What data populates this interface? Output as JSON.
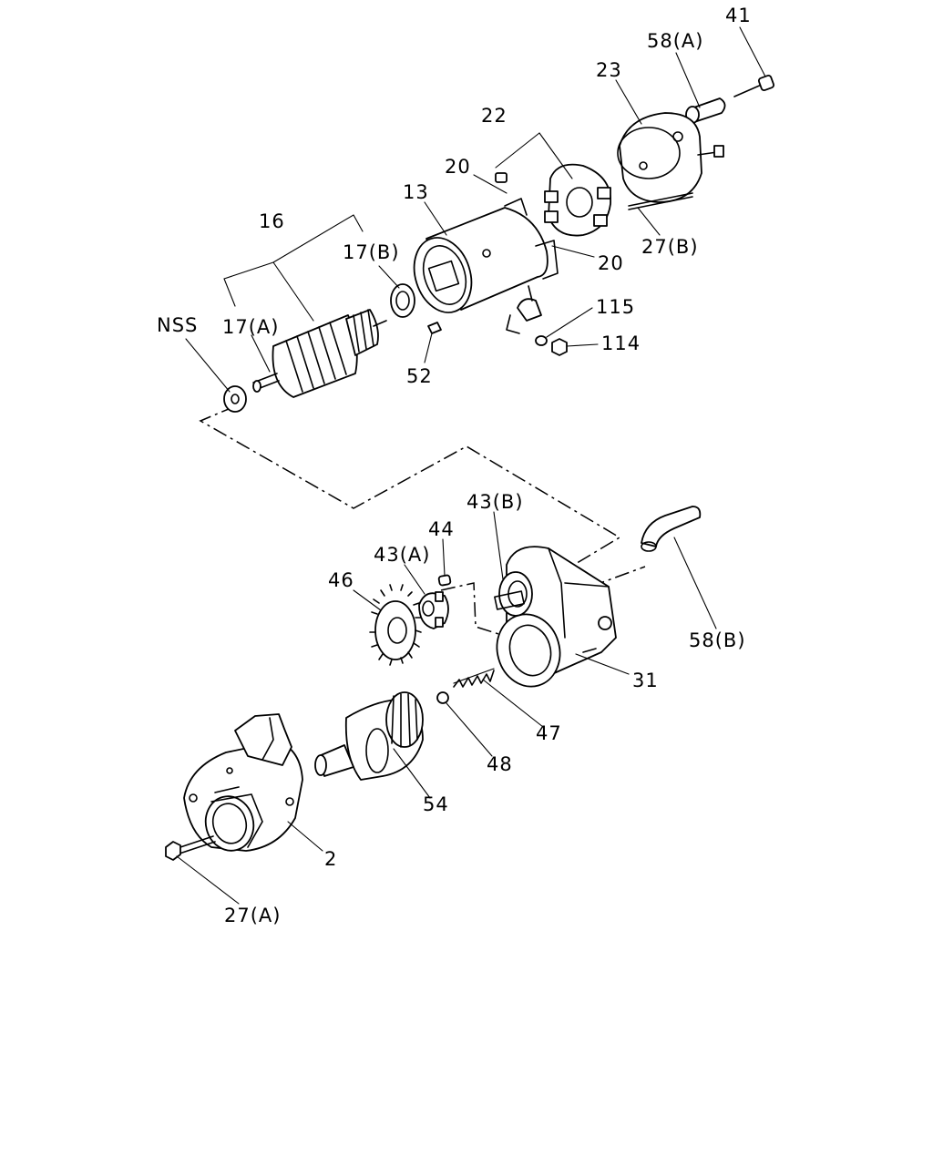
{
  "labels": {
    "l41": "41",
    "l58a": "58(A)",
    "l23": "23",
    "l22": "22",
    "l20a": "20",
    "l13": "13",
    "l16": "16",
    "l17b": "17(B)",
    "l20b": "20",
    "l27b": "27(B)",
    "l115": "115",
    "l114": "114",
    "lNSS": "NSS",
    "l17a": "17(A)",
    "l52": "52",
    "l43b": "43(B)",
    "l44": "44",
    "l43a": "43(A)",
    "l46": "46",
    "l58b": "58(B)",
    "l31": "31",
    "l47": "47",
    "l48": "48",
    "l54": "54",
    "l2": "2",
    "l27a": "27(A)"
  }
}
